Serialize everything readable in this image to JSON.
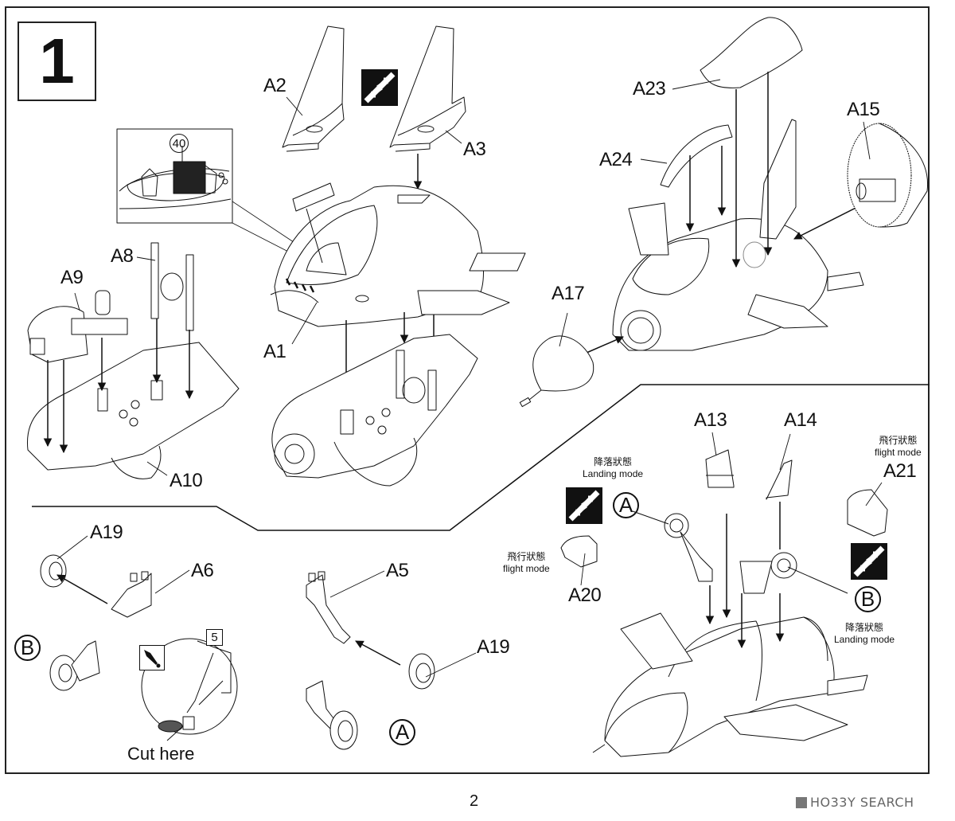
{
  "step": {
    "number": "1"
  },
  "parts": {
    "a2": "A2",
    "a3": "A3",
    "a1": "A1",
    "a8": "A8",
    "a9": "A9",
    "a10": "A10",
    "a23": "A23",
    "a24": "A24",
    "a15": "A15",
    "a17": "A17",
    "a13": "A13",
    "a14": "A14",
    "a21": "A21",
    "a20": "A20",
    "a19_top": "A19",
    "a6": "A6",
    "a5": "A5",
    "a19_mid": "A19"
  },
  "callouts": {
    "decal_number": "40",
    "detail_step": "5",
    "cut_here": "Cut here",
    "option_a_label": "A",
    "option_b_label": "B"
  },
  "modes": {
    "landing_jp": "降落狀態",
    "landing_en": "Landing mode",
    "flight_jp": "飛行狀態",
    "flight_en": "flight mode"
  },
  "icons": {
    "mirror": "mirror-parts-icon",
    "warning": "caution-icon"
  },
  "footer": {
    "page_number": "2",
    "watermark": "HO33Y SEARCH"
  }
}
